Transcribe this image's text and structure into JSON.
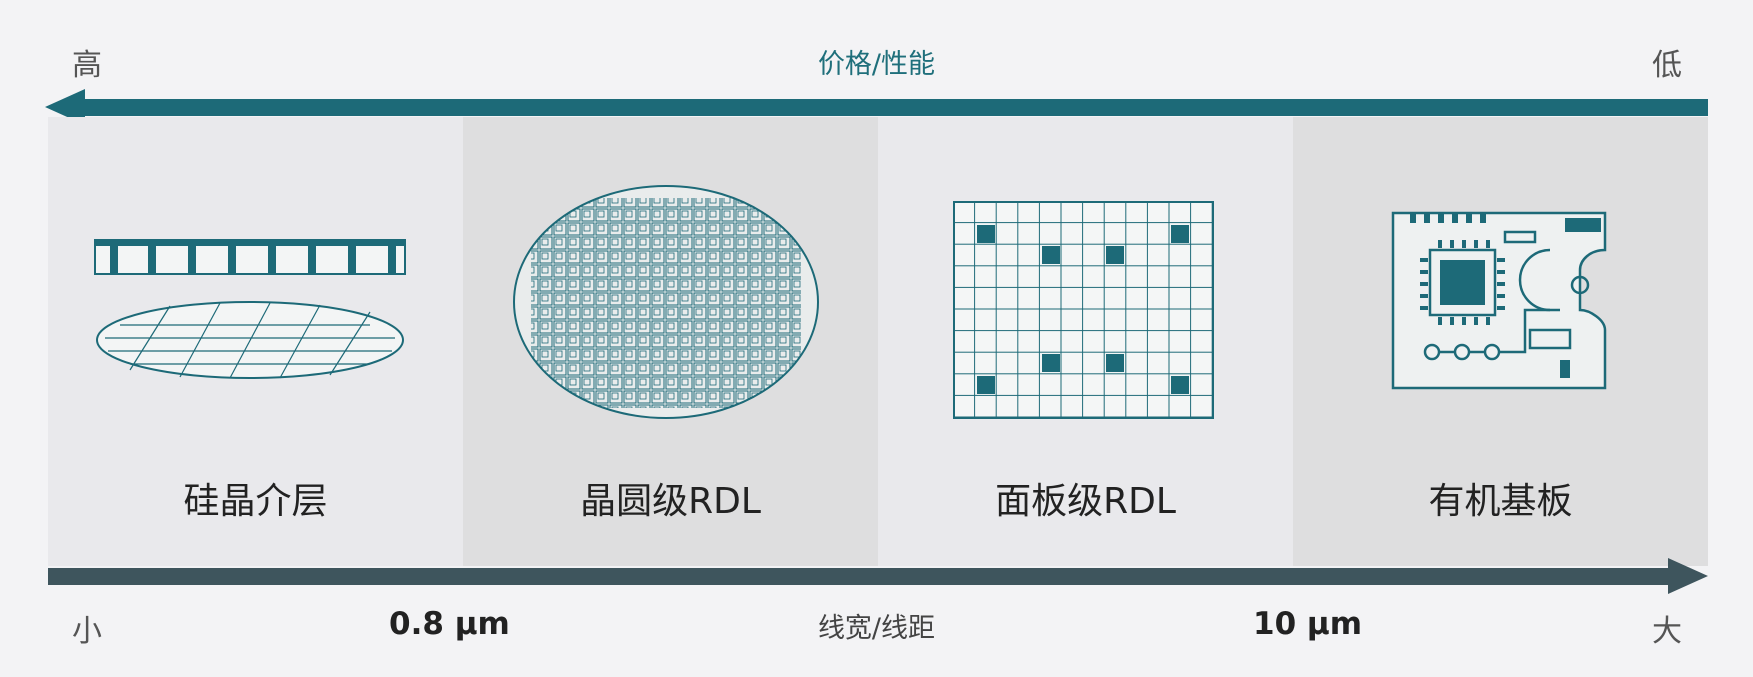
{
  "top_axis": {
    "left": "高",
    "center": "价格/性能",
    "right": "低"
  },
  "columns": [
    {
      "label": "硅晶介层"
    },
    {
      "label": "晶圆级RDL"
    },
    {
      "label": "面板级RDL"
    },
    {
      "label": "有机基板"
    }
  ],
  "bottom_axis": {
    "left": "小",
    "mark1": "0.8 μm",
    "center": "线宽/线距",
    "mark2": "10 μm",
    "right": "大"
  },
  "colors": {
    "top_arrow": "#1d6a78",
    "bottom_arrow": "#3e555d",
    "teal": "#1d6a78",
    "col_light": "#e9e9ec",
    "col_dark": "#dededf"
  },
  "icons": [
    "silicon-interposer-icon",
    "wafer-rdl-icon",
    "panel-rdl-icon",
    "organic-substrate-icon"
  ]
}
